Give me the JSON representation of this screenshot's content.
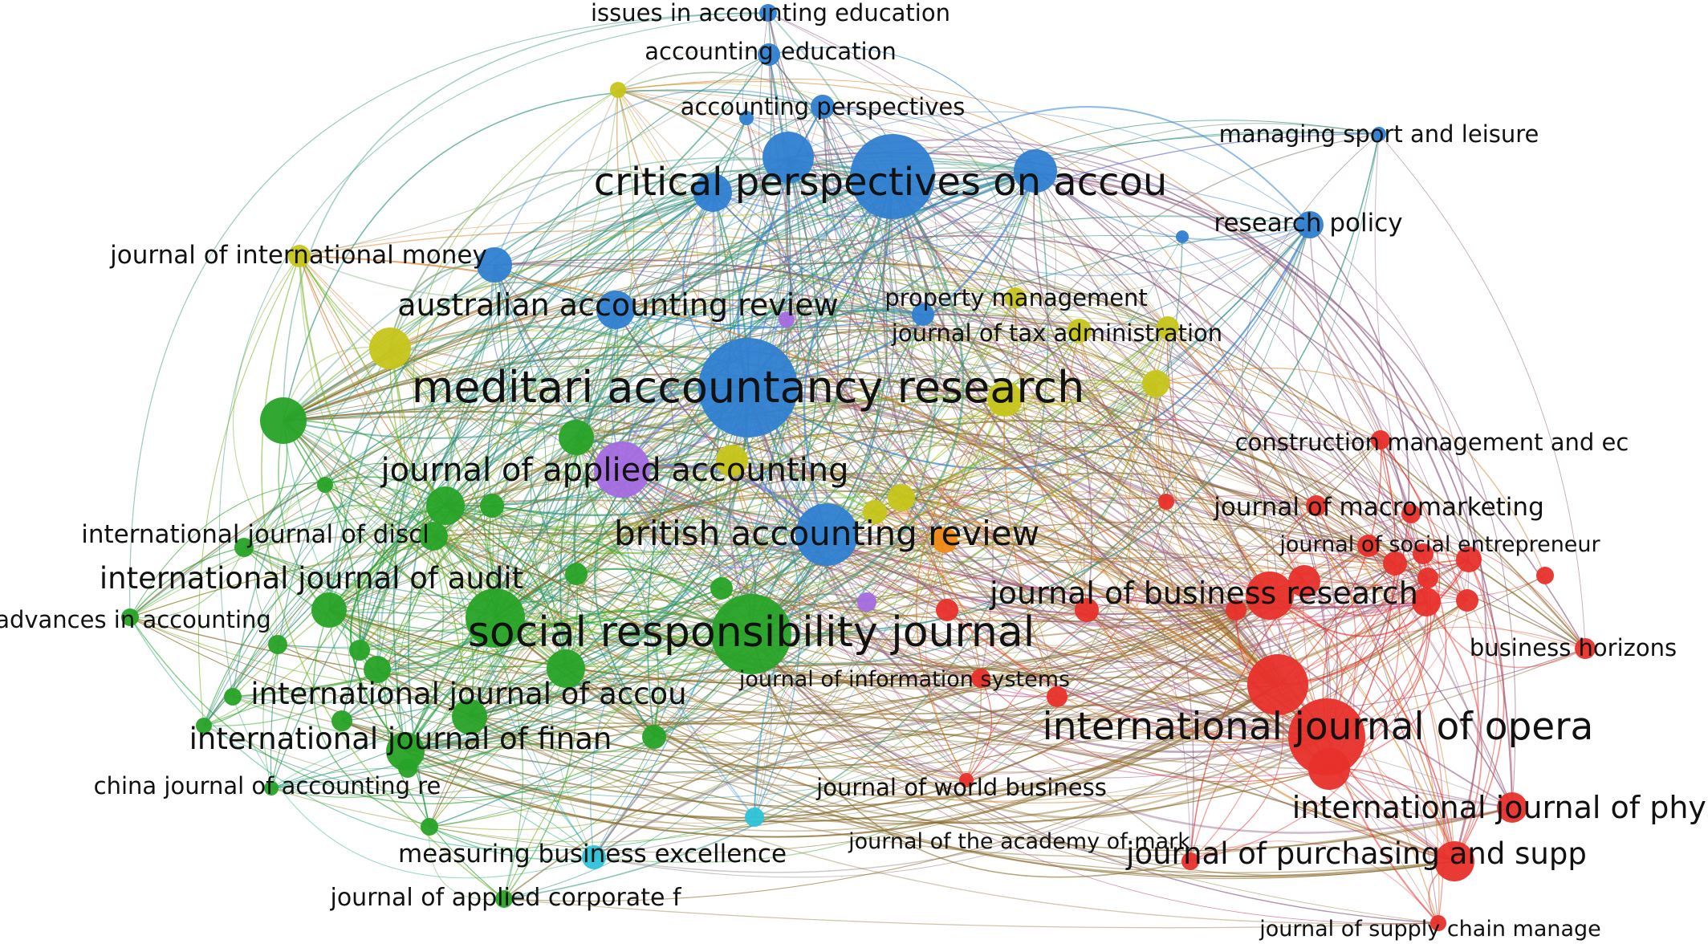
{
  "clusters": {
    "blue": "#2f7fd1",
    "green": "#27a327",
    "red": "#e8302a",
    "yellow": "#c6c51a",
    "purple": "#a46be0",
    "cyan": "#2ec3d8",
    "orange": "#f08a16"
  },
  "labels": [
    {
      "text": "issues in accounting education",
      "cluster": "blue"
    },
    {
      "text": "accounting education",
      "cluster": "blue"
    },
    {
      "text": "accounting perspectives",
      "cluster": "blue"
    },
    {
      "text": "managing sport and leisure",
      "cluster": "blue"
    },
    {
      "text": "critical perspectives on accou",
      "cluster": "blue"
    },
    {
      "text": "research policy",
      "cluster": "blue"
    },
    {
      "text": "journal of international money",
      "cluster": "yellow"
    },
    {
      "text": "property management",
      "cluster": "yellow"
    },
    {
      "text": "australian accounting review",
      "cluster": "blue"
    },
    {
      "text": "journal of tax administration",
      "cluster": "yellow"
    },
    {
      "text": "meditari accountancy research",
      "cluster": "blue"
    },
    {
      "text": "construction management and ec",
      "cluster": "red"
    },
    {
      "text": "journal of applied accounting",
      "cluster": "purple"
    },
    {
      "text": "journal of macromarketing",
      "cluster": "red"
    },
    {
      "text": "international journal of discl",
      "cluster": "green"
    },
    {
      "text": "british accounting review",
      "cluster": "blue"
    },
    {
      "text": "journal of social entrepreneur",
      "cluster": "red"
    },
    {
      "text": "international journal of audit",
      "cluster": "green"
    },
    {
      "text": "journal of business research",
      "cluster": "red"
    },
    {
      "text": "advances in accounting",
      "cluster": "green"
    },
    {
      "text": "social responsibility journal",
      "cluster": "green"
    },
    {
      "text": "business horizons",
      "cluster": "red"
    },
    {
      "text": "journal of information systems",
      "cluster": "red"
    },
    {
      "text": "international journal of accou",
      "cluster": "green"
    },
    {
      "text": "international journal of opera",
      "cluster": "red"
    },
    {
      "text": "international journal of finan",
      "cluster": "green"
    },
    {
      "text": "china journal of accounting re",
      "cluster": "green"
    },
    {
      "text": "journal of world business",
      "cluster": "red"
    },
    {
      "text": "international journal of physi",
      "cluster": "red"
    },
    {
      "text": "measuring business excellence",
      "cluster": "cyan"
    },
    {
      "text": "journal of the academy of mark",
      "cluster": "red"
    },
    {
      "text": "journal of purchasing and supp",
      "cluster": "red"
    },
    {
      "text": "journal of applied corporate f",
      "cluster": "green"
    },
    {
      "text": "journal of supply chain manage",
      "cluster": "red"
    }
  ]
}
